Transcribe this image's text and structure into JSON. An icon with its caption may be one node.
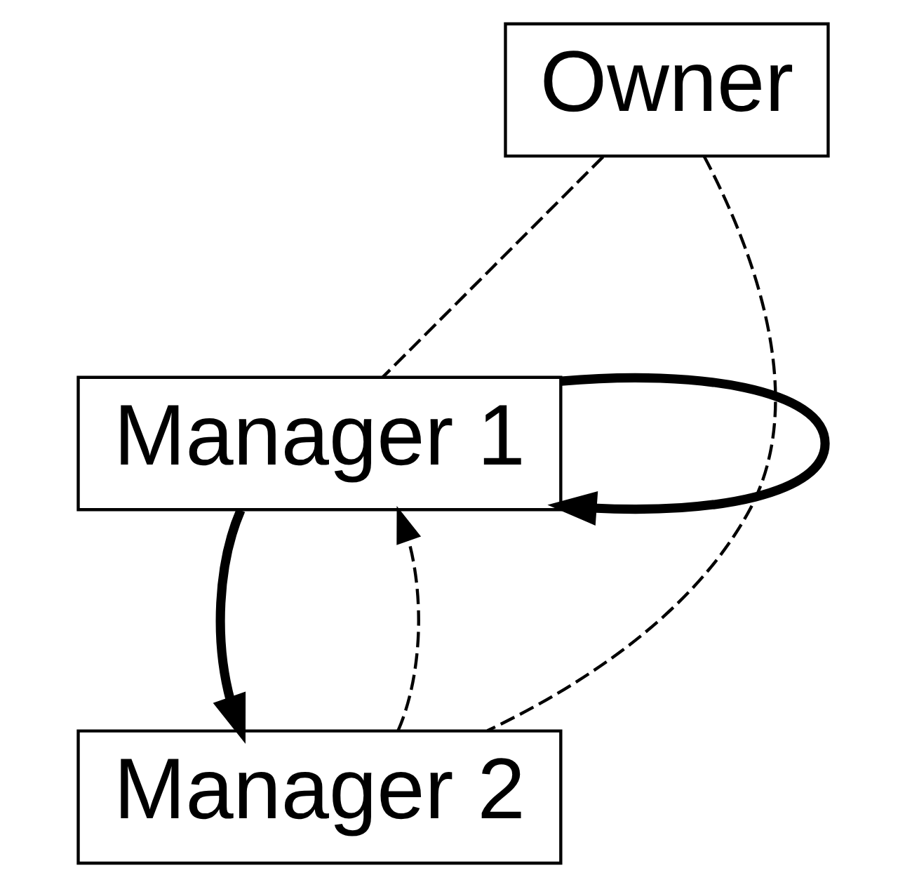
{
  "diagram": {
    "nodes": [
      {
        "text": [
          "Owner"
        ]
      },
      {
        "text": [
          "Manager 1"
        ]
      },
      {
        "text": [
          "Manager 2"
        ]
      }
    ],
    "edges": [
      {
        "from": 0,
        "to": 1,
        "arrow": "none",
        "style": "dashed"
      },
      {
        "from": 0,
        "to": 2,
        "arrow": "none",
        "style": "dashed"
      },
      {
        "from": 1,
        "to": 1,
        "arrow": "to",
        "style": "thick"
      },
      {
        "from": 1,
        "to": 2,
        "arrow": "to",
        "style": "thick"
      },
      {
        "from": 2,
        "to": 1,
        "arrow": "to",
        "style": "dashed"
      }
    ]
  }
}
